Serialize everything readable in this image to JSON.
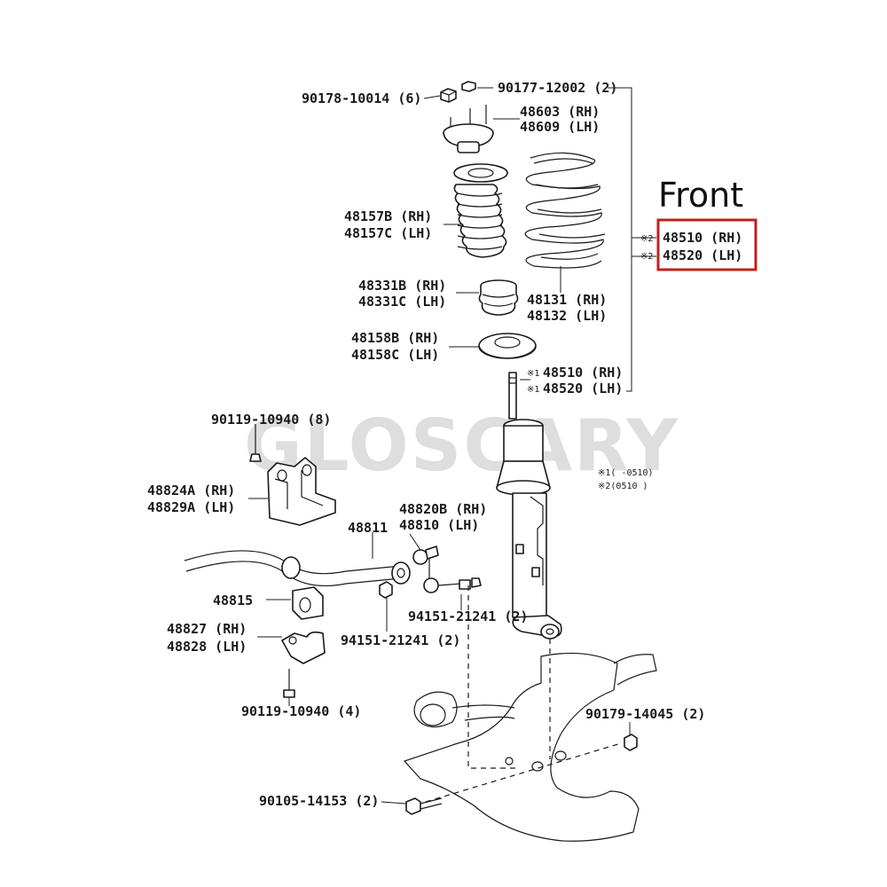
{
  "watermark": "GLOSCARY",
  "callout": {
    "title": "Front",
    "highlight_color": "#c0201e"
  },
  "labels": {
    "nut_top_left": "90178-10014 (6)",
    "nut_top_right": "90177-12002 (2)",
    "mount_rh": "48603 (RH)",
    "mount_lh": "48609 (LH)",
    "boot_rh": "48157B (RH)",
    "boot_lh": "48157C (LH)",
    "bump_rh": "48331B (RH)",
    "bump_lh": "48331C (LH)",
    "seat_rh": "48158B (RH)",
    "seat_lh": "48158C (LH)",
    "spring_rh": "48131 (RH)",
    "spring_lh": "48132 (LH)",
    "shock2_prefix": "※2",
    "shock2_rh": "48510 (RH)",
    "shock2_lh": "48520 (LH)",
    "shock1_prefix": "※1",
    "shock1_rh": "48510 (RH)",
    "shock1_lh": "48520 (LH)",
    "note1": "※1(    -0510)",
    "note2": "※2(0510      )",
    "bolt_bracket": "90119-10940 (8)",
    "bracket_rh": "48824A (RH)",
    "bracket_lh": "48829A (LH)",
    "stab_bar": "48811",
    "link_rh": "48820B (RH)",
    "link_lh": "48810 (LH)",
    "bushing": "48815",
    "clamp_rh": "48827 (RH)",
    "clamp_lh": "48828 (LH)",
    "nut_link_right": "94151-21241 (2)",
    "nut_link_left": "94151-21241 (2)",
    "bolt_clamp": "90119-10940 (4)",
    "nut_arm": "90179-14045 (2)",
    "bolt_arm": "90105-14153 (2)"
  }
}
